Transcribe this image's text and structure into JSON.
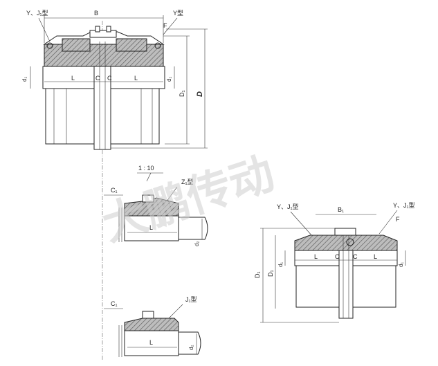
{
  "labels": {
    "top_left_type": "Y、J₁型",
    "top_B": "B",
    "top_right_type": "Y型",
    "F": "F",
    "d1": "d₁",
    "L": "L",
    "C": "C",
    "D1": "D₁",
    "D": "D",
    "taper": "1 : 10",
    "C1": "C₁",
    "z1_type": "Z₁型",
    "d2": "d₂",
    "br_left_type": "Y、J₁型",
    "B1": "B₁",
    "br_right_type": "Y、J₁型",
    "j1_type": "J₁型",
    "watermark": "大鹏传动"
  }
}
